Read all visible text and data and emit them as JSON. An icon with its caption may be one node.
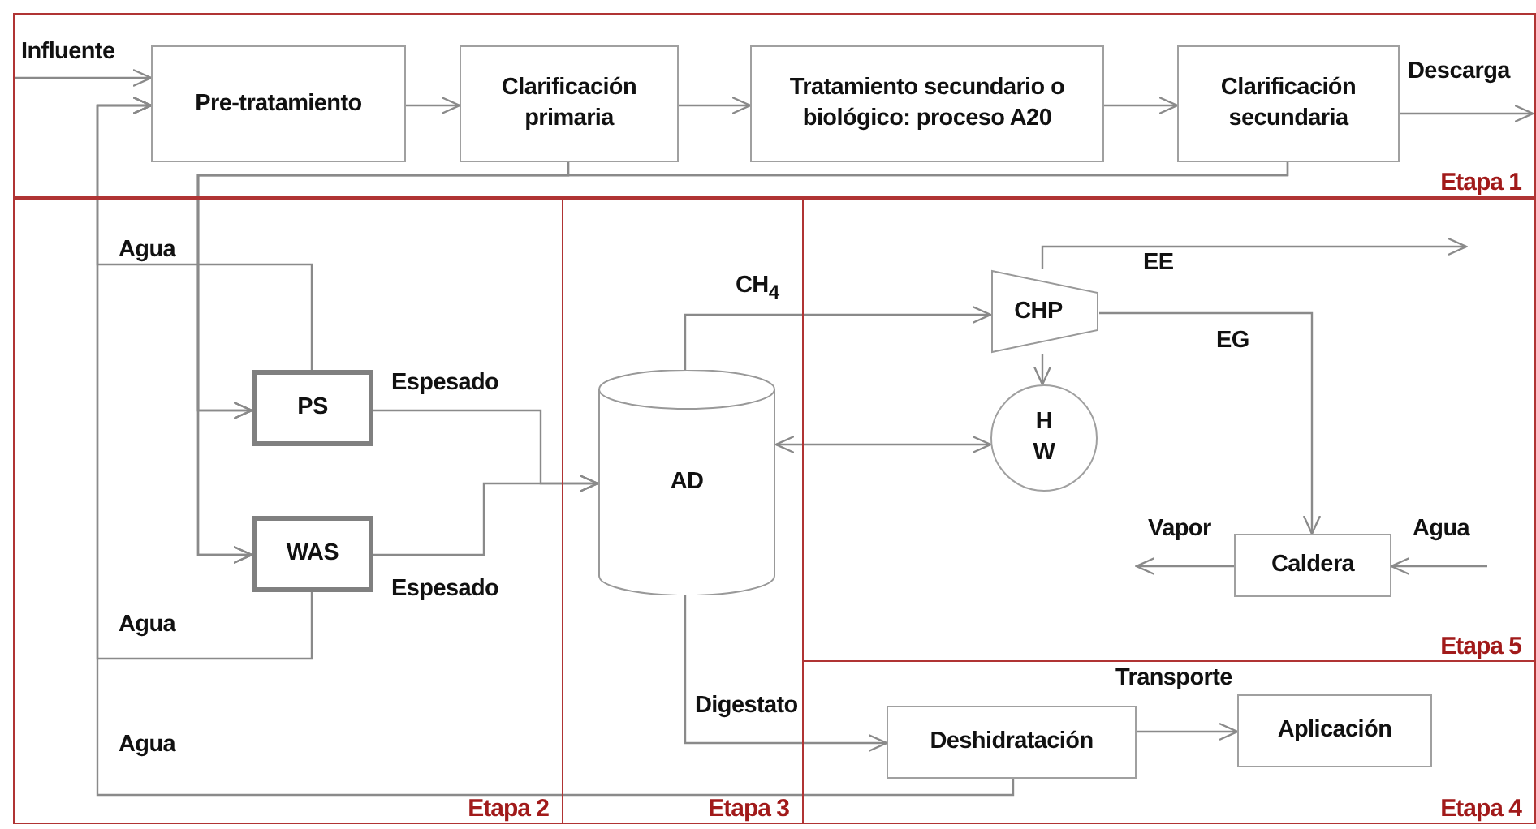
{
  "diagram": {
    "nodes": [
      {
        "text": [
          "Etapa 1"
        ]
      },
      {
        "text": [
          "Pre-tratamiento"
        ],
        "in": 0
      },
      {
        "text": [
          "Clarificación primaria"
        ],
        "in": 0
      },
      {
        "text": [
          "Tratamiento secundario o biológico: proceso A20"
        ],
        "in": 0
      },
      {
        "text": [
          "Clarificación secundaria"
        ],
        "in": 0
      },
      {
        "text": [
          "Etapa 2"
        ]
      },
      {
        "text": [
          "PS"
        ],
        "in": 5
      },
      {
        "text": [
          "WAS"
        ],
        "in": 5
      },
      {
        "text": [
          "Etapa 3"
        ]
      },
      {
        "text": [
          "AD"
        ],
        "in": 8
      },
      {
        "text": [
          "Etapa 5"
        ]
      },
      {
        "text": [
          "CHP"
        ],
        "in": 10
      },
      {
        "text": [
          "H W"
        ],
        "in": 10
      },
      {
        "text": [
          "Caldera"
        ],
        "in": 10
      },
      {
        "text": [
          "Etapa 4"
        ]
      },
      {
        "text": [
          "Deshidratación"
        ],
        "in": 14
      },
      {
        "text": [
          "Aplicación"
        ],
        "in": 14
      }
    ],
    "edges": [
      {
        "from": null,
        "to": 1,
        "arrow": "to",
        "label": "Influente"
      },
      {
        "from": 1,
        "to": 2,
        "arrow": "to"
      },
      {
        "from": 2,
        "to": 3,
        "arrow": "to"
      },
      {
        "from": 3,
        "to": 4,
        "arrow": "to"
      },
      {
        "from": 4,
        "to": null,
        "arrow": "to",
        "label": "Descarga"
      },
      {
        "from": 2,
        "to": 6,
        "arrow": "to"
      },
      {
        "from": 2,
        "to": 7,
        "arrow": "to"
      },
      {
        "from": 4,
        "to": 6,
        "arrow": "to"
      },
      {
        "from": 4,
        "to": 7,
        "arrow": "to"
      },
      {
        "from": 6,
        "to": 9,
        "arrow": "to",
        "label": "Espesado"
      },
      {
        "from": 7,
        "to": 9,
        "arrow": "to",
        "label": "Espesado"
      },
      {
        "from": 6,
        "to": 1,
        "arrow": "to",
        "label": "Agua"
      },
      {
        "from": 7,
        "to": 1,
        "arrow": "to",
        "label": "Agua"
      },
      {
        "from": 15,
        "to": 1,
        "arrow": "to",
        "label": "Agua"
      },
      {
        "from": 9,
        "to": 11,
        "arrow": "to",
        "label": "CH$_{4}$"
      },
      {
        "from": 11,
        "to": null,
        "arrow": "to",
        "label": "EE"
      },
      {
        "from": 11,
        "to": 13,
        "arrow": "to",
        "label": "EG"
      },
      {
        "from": 11,
        "to": 12,
        "arrow": "to"
      },
      {
        "from": 9,
        "to": 12,
        "arrow": "both"
      },
      {
        "from": 13,
        "to": null,
        "arrow": "to",
        "label": "Vapor"
      },
      {
        "from": null,
        "to": 13,
        "arrow": "to",
        "label": "Agua"
      },
      {
        "from": 9,
        "to": 15,
        "arrow": "to",
        "label": "Digestato"
      },
      {
        "from": 15,
        "to": 16,
        "arrow": "to",
        "label": "Transporte"
      }
    ]
  }
}
